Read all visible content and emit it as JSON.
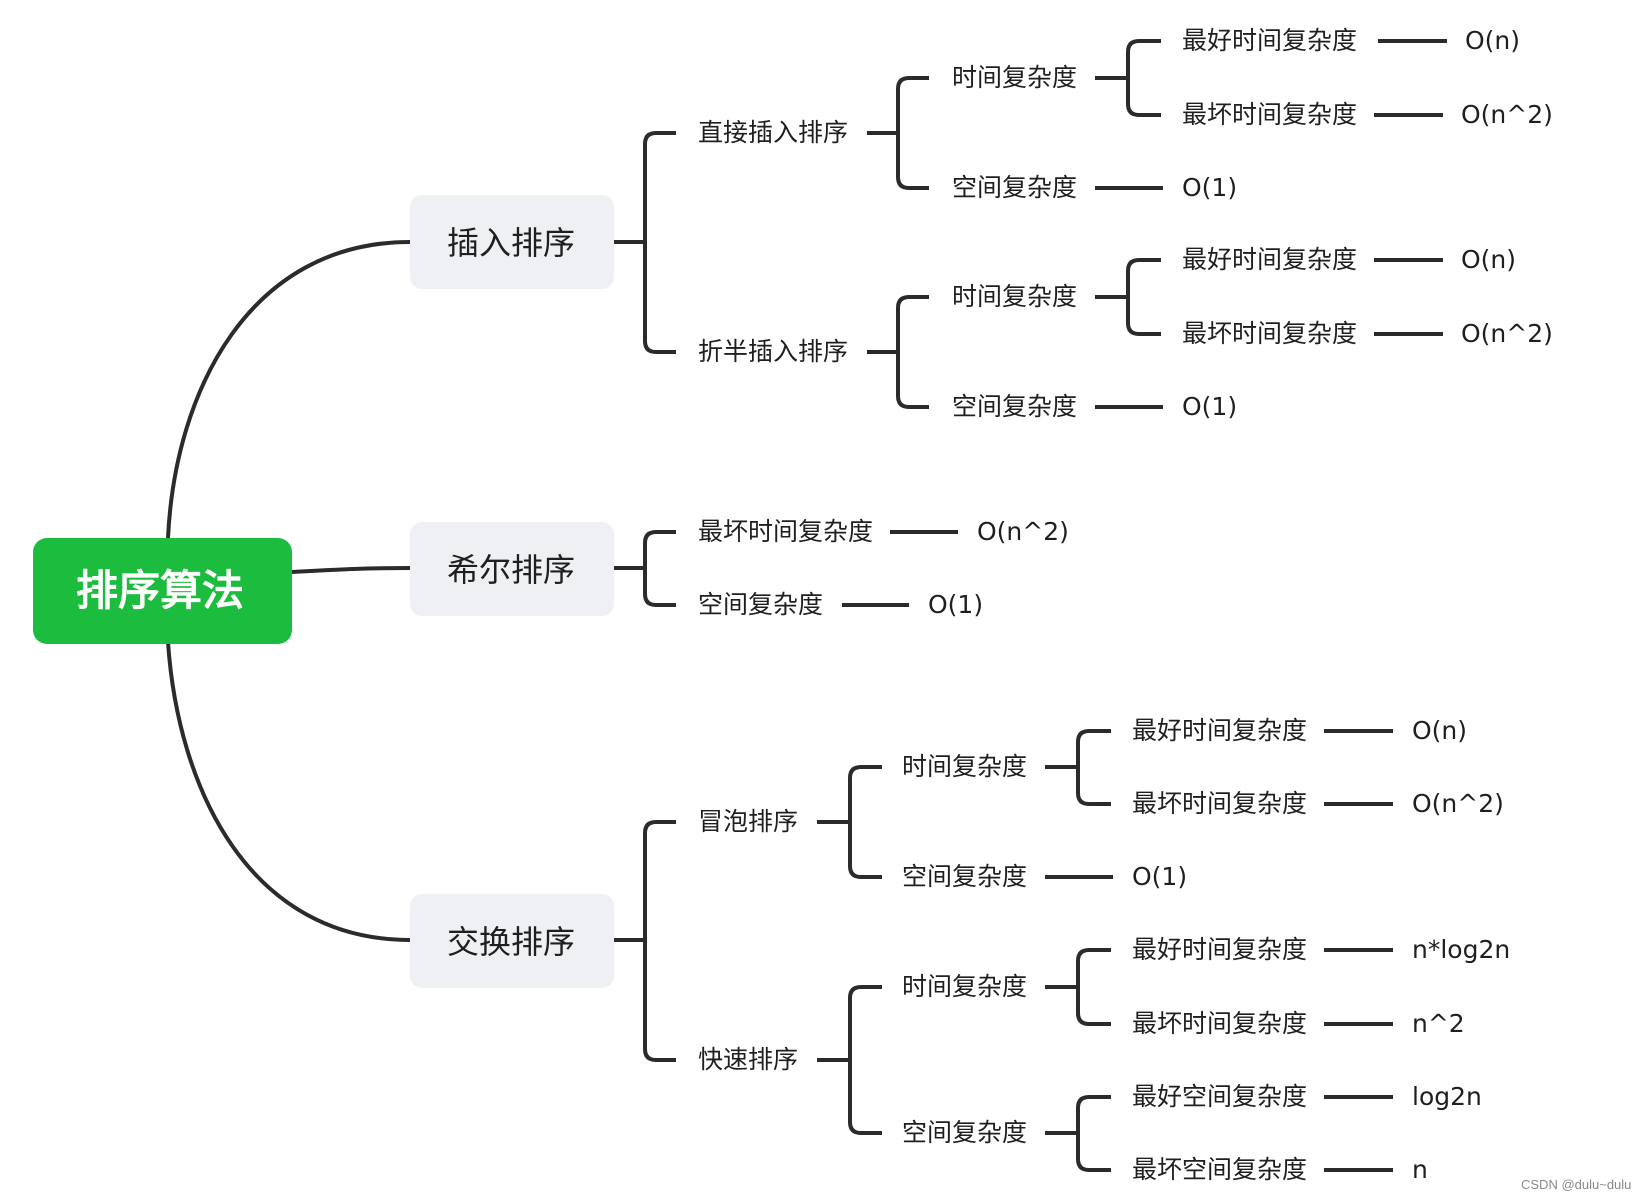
{
  "root": {
    "label": "排序算法",
    "color": "#1cbc3e"
  },
  "categories": [
    {
      "label": "插入排序"
    },
    {
      "label": "希尔排序"
    },
    {
      "label": "交换排序"
    }
  ],
  "insertion": {
    "direct": {
      "label": "直接插入排序",
      "time": {
        "label": "时间复杂度",
        "best": {
          "label": "最好时间复杂度",
          "value": "O(n)"
        },
        "worst": {
          "label": "最坏时间复杂度",
          "value": "O(n^2)"
        }
      },
      "space": {
        "label": "空间复杂度",
        "value": "O(1)"
      }
    },
    "binary": {
      "label": "折半插入排序",
      "time": {
        "label": "时间复杂度",
        "best": {
          "label": "最好时间复杂度",
          "value": "O(n)"
        },
        "worst": {
          "label": "最坏时间复杂度",
          "value": "O(n^2)"
        }
      },
      "space": {
        "label": "空间复杂度",
        "value": "O(1)"
      }
    }
  },
  "shell": {
    "worst": {
      "label": "最坏时间复杂度",
      "value": "O(n^2)"
    },
    "space": {
      "label": "空间复杂度",
      "value": "O(1)"
    }
  },
  "exchange": {
    "bubble": {
      "label": "冒泡排序",
      "time": {
        "label": "时间复杂度",
        "best": {
          "label": "最好时间复杂度",
          "value": "O(n)"
        },
        "worst": {
          "label": "最坏时间复杂度",
          "value": "O(n^2)"
        }
      },
      "space": {
        "label": "空间复杂度",
        "value": "O(1)"
      }
    },
    "quick": {
      "label": "快速排序",
      "time": {
        "label": "时间复杂度",
        "best": {
          "label": "最好时间复杂度",
          "value": "n*log2n"
        },
        "worst": {
          "label": "最坏时间复杂度",
          "value": "n^2"
        }
      },
      "space": {
        "label": "空间复杂度",
        "best": {
          "label": "最好空间复杂度",
          "value": "log2n"
        },
        "worst": {
          "label": "最坏空间复杂度",
          "value": "n"
        }
      }
    }
  },
  "watermark": "CSDN @dulu~dulu",
  "colors": {
    "line": "#2b2b2b",
    "box": "#eef0f3",
    "text": "#1f1f1f"
  }
}
